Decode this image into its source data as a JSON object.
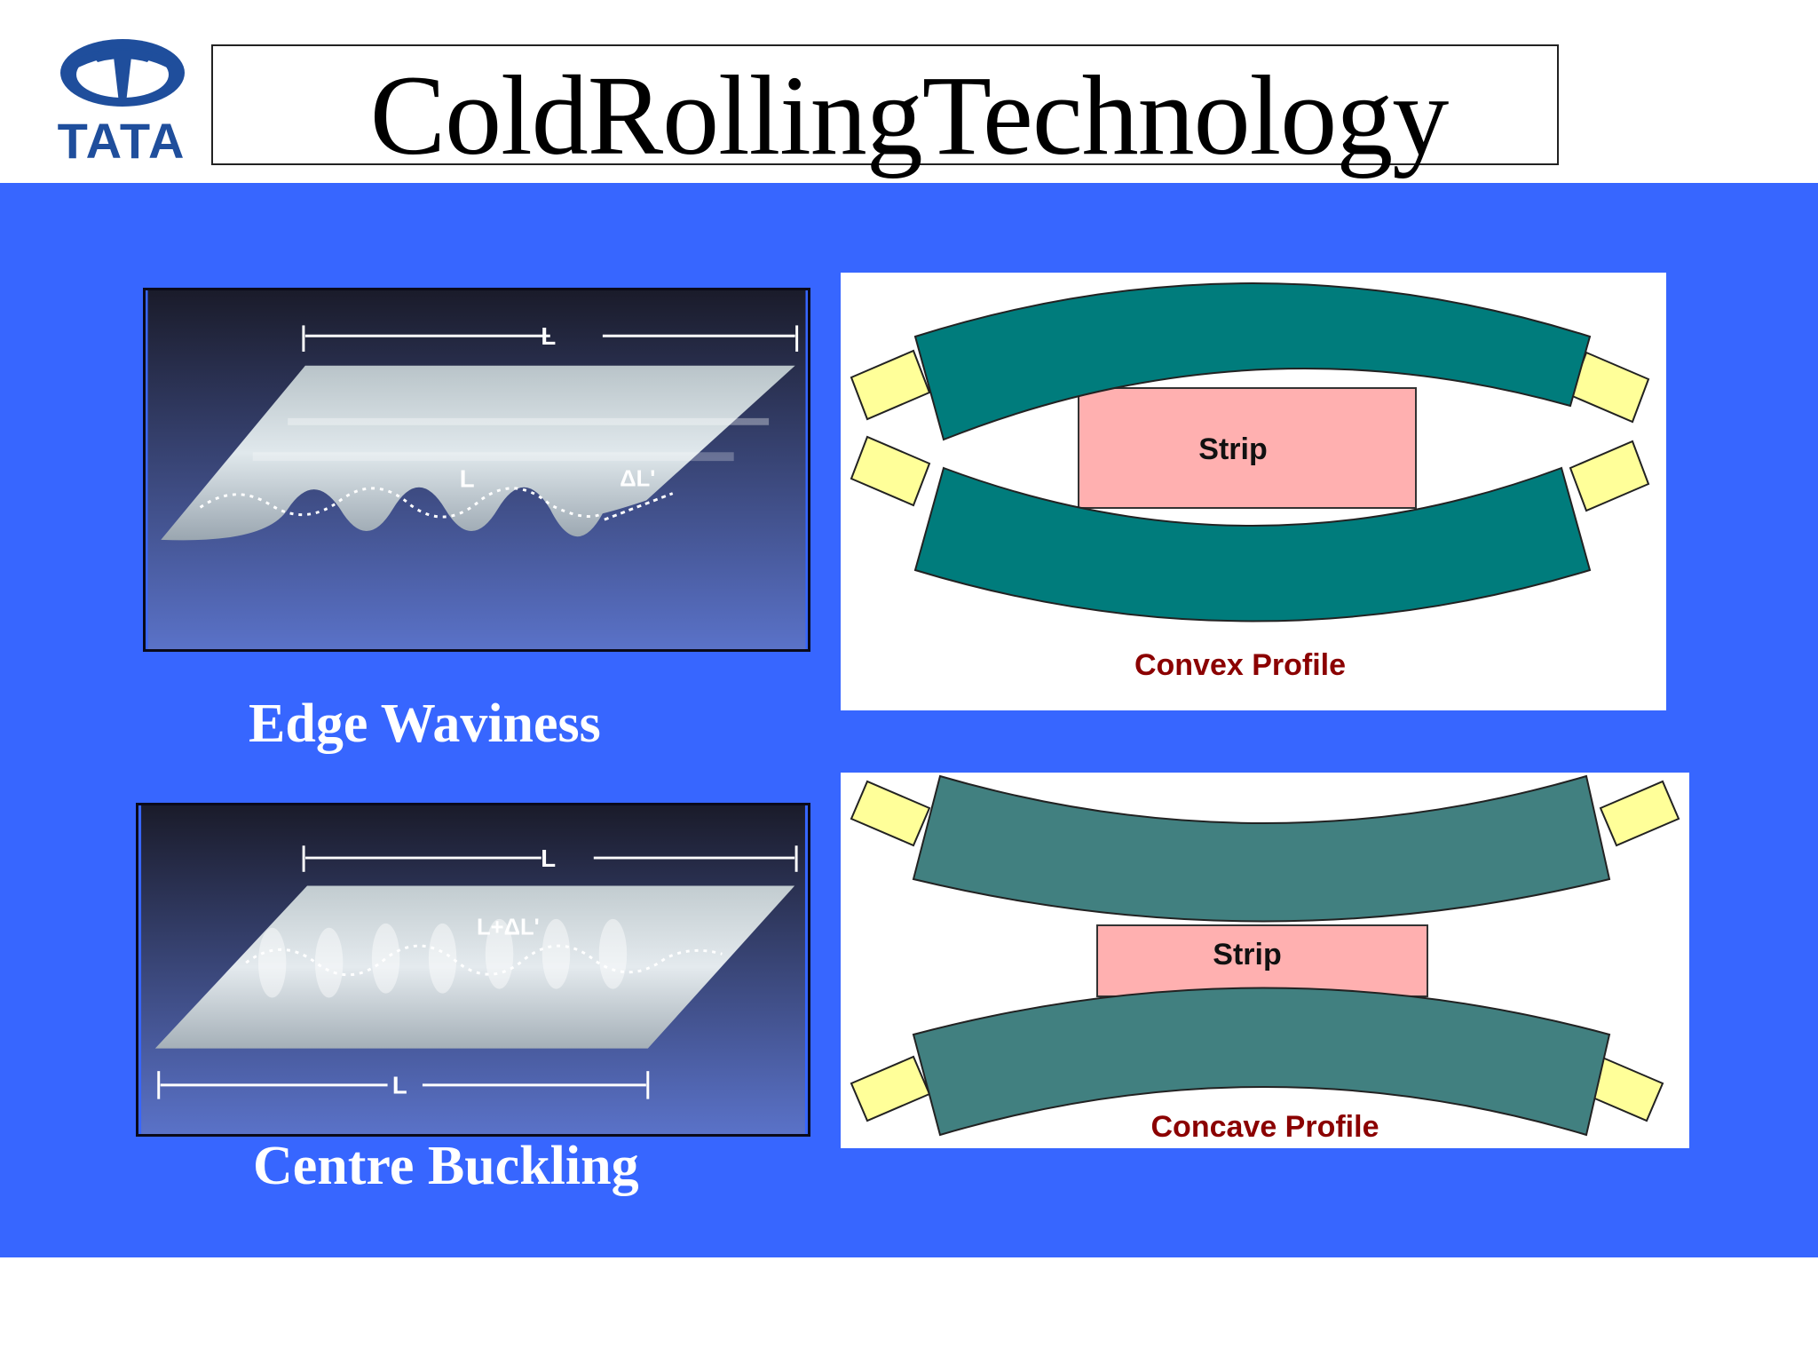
{
  "header": {
    "logo_text": "TATA",
    "title": "ColdRollingTechnology"
  },
  "panels": {
    "edge_waviness": {
      "caption": "Edge Waviness",
      "label_top": "L",
      "label_wave": "L",
      "label_delta": "ΔL'"
    },
    "centre_buckling": {
      "caption": "Centre Buckling",
      "label_top": "L",
      "label_wave": "L+ΔL'",
      "label_bottom": "L"
    },
    "convex": {
      "strip_label": "Strip",
      "profile_label": "Convex Profile"
    },
    "concave": {
      "strip_label": "Strip",
      "profile_label": "Concave Profile"
    }
  },
  "colors": {
    "band": "#3766ff",
    "roll_convex": "#007c7c",
    "roll_concave": "#418080",
    "strip": "#ffb0b0",
    "chock": "#ffff99",
    "profile_label": "#8b0000"
  }
}
